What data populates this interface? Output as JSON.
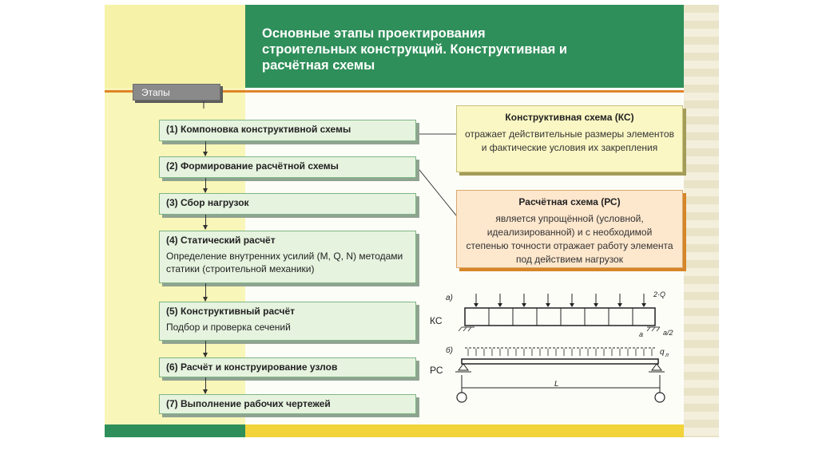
{
  "title": "Основные этапы проектирования\nстроительных конструкций. Конструктивная и\nрасчётная схемы",
  "stages_label": "Этапы",
  "steps": [
    {
      "title": "(1) Компоновка конструктивной схемы",
      "desc": ""
    },
    {
      "title": "(2) Формирование расчётной схемы",
      "desc": ""
    },
    {
      "title": "(3) Сбор нагрузок",
      "desc": ""
    },
    {
      "title": "(4) Статический расчёт",
      "desc": "Определение внутренних усилий (M, Q, N) методами статики (строительной механики)"
    },
    {
      "title": "(5) Конструктивный расчёт",
      "desc": "Подбор и проверка сечений"
    },
    {
      "title": "(6) Расчёт и конструирование узлов",
      "desc": ""
    },
    {
      "title": "(7) Выполнение рабочих чертежей",
      "desc": ""
    }
  ],
  "ks_box": {
    "title": "Конструктивная схема (КС)",
    "text": "отражает действительные размеры элементов и фактические условия их закрепления"
  },
  "rs_box": {
    "title": "Расчётная схема (РС)",
    "text": "является упрощённой (условной, идеализированной) и с необходимой степенью точности отражает работу элемента под действием нагрузок"
  },
  "diagram": {
    "label_a": "а)",
    "label_b": "б)",
    "label_ks": "КС",
    "label_rs": "РС",
    "load_top": "2·Q",
    "label_a2": "a/2",
    "label_a_small": "a",
    "load_q": "q",
    "load_q_sub": "л",
    "span": "L"
  }
}
